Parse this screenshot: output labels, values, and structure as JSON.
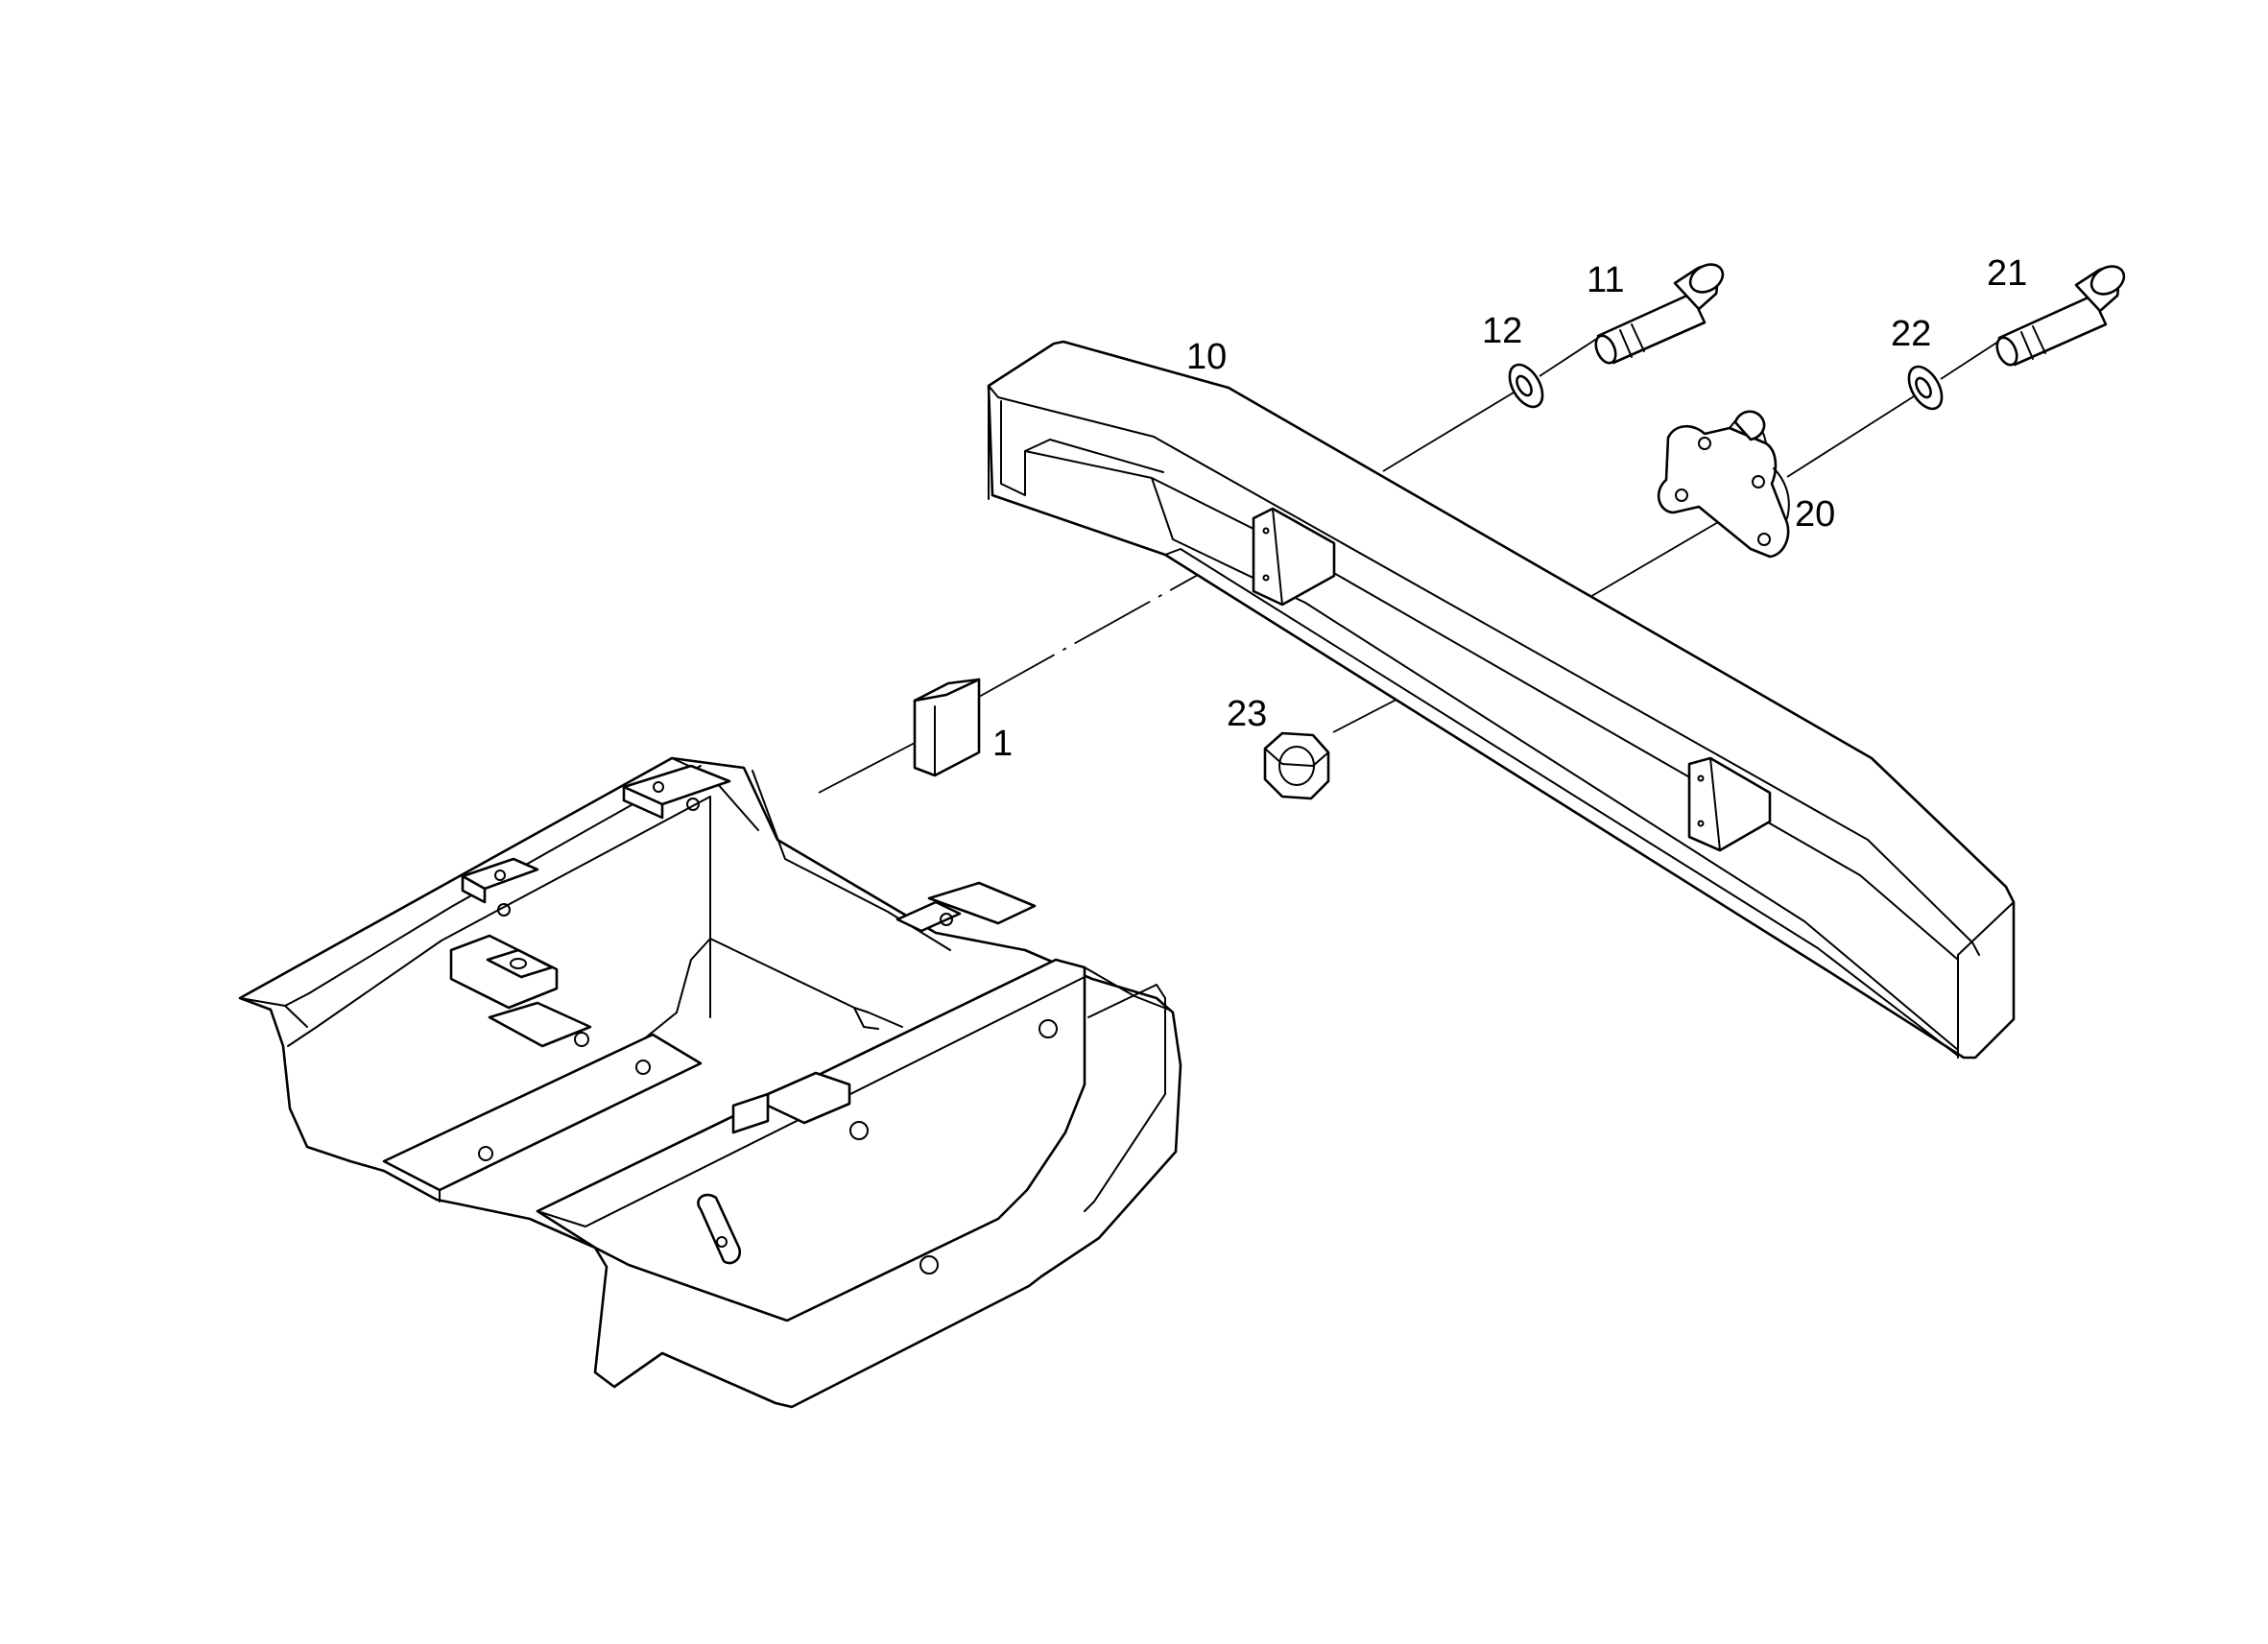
{
  "diagram": {
    "callouts": {
      "part_1": "1",
      "part_10": "10",
      "part_11": "11",
      "part_12": "12",
      "part_20": "20",
      "part_21": "21",
      "part_22": "22",
      "part_23": "23"
    }
  }
}
